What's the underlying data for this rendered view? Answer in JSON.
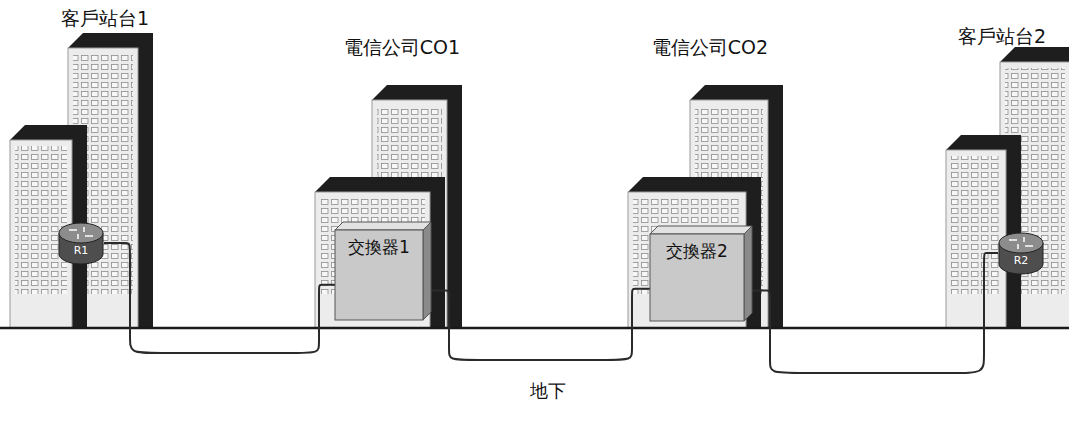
{
  "diagram": {
    "nodes": [
      {
        "text": [
          "客戶站台1"
        ]
      },
      {
        "text": [
          "R1"
        ],
        "in": 0
      },
      {
        "text": [
          "電信公司CO1"
        ]
      },
      {
        "text": [
          "交換器1"
        ],
        "in": 2
      },
      {
        "text": [
          "電信公司CO2"
        ]
      },
      {
        "text": [
          "交換器2"
        ],
        "in": 4
      },
      {
        "text": [
          "客戶站台2"
        ]
      },
      {
        "text": [
          "R2"
        ],
        "in": 6
      }
    ],
    "edges": [
      {
        "from": 1,
        "to": 3,
        "arrow": "none"
      },
      {
        "from": 3,
        "to": 5,
        "arrow": "none"
      },
      {
        "from": 5,
        "to": 7,
        "arrow": "none"
      }
    ],
    "labels": [
      "地下"
    ]
  }
}
